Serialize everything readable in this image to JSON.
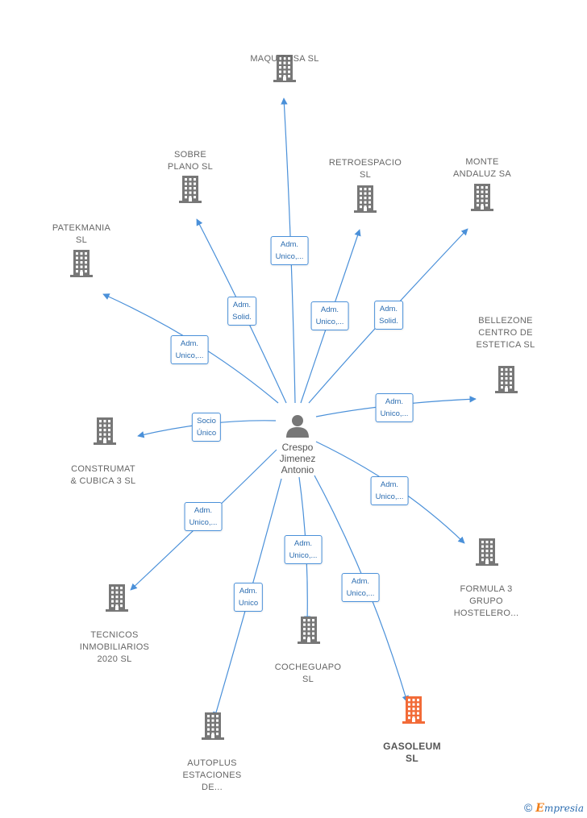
{
  "center": {
    "name": "Crespo\nJimenez\nAntonio"
  },
  "colors": {
    "edge": "#4a90d9",
    "building": "#777777",
    "highlight": "#f26b38",
    "badge_text": "#2b6cb0"
  },
  "nodes": [
    {
      "id": "maquitosa",
      "label": "MAQUITOSA SL",
      "highlight": false
    },
    {
      "id": "sobre-plano",
      "label": "SOBRE\nPLANO SL",
      "highlight": false
    },
    {
      "id": "retroespacio",
      "label": "RETROESPACIO\nSL",
      "highlight": false
    },
    {
      "id": "monte-andaluz",
      "label": "MONTE\nANDALUZ SA",
      "highlight": false
    },
    {
      "id": "patekmania",
      "label": "PATEKMANIA\nSL",
      "highlight": false
    },
    {
      "id": "bellezone",
      "label": "BELLEZONE\nCENTRO DE\nESTETICA  SL",
      "highlight": false
    },
    {
      "id": "construmat",
      "label": "CONSTRUMAT\n& CUBICA 3  SL",
      "highlight": false
    },
    {
      "id": "formula3",
      "label": "FORMULA 3\nGRUPO\nHOSTELERO...",
      "highlight": false
    },
    {
      "id": "tecnicos",
      "label": "TECNICOS\nINMOBILIARIOS\n2020  SL",
      "highlight": false
    },
    {
      "id": "cocheguapo",
      "label": "COCHEGUAPO\nSL",
      "highlight": false
    },
    {
      "id": "autoplus",
      "label": "AUTOPLUS\nESTACIONES\nDE...",
      "highlight": false
    },
    {
      "id": "gasoleum",
      "label": "GASOLEUM\nSL",
      "highlight": true
    }
  ],
  "edges": [
    {
      "to": "maquitosa",
      "label": "Adm.\nUnico,..."
    },
    {
      "to": "sobre-plano",
      "label": "Adm.\nSolid."
    },
    {
      "to": "retroespacio",
      "label": "Adm.\nUnico,..."
    },
    {
      "to": "monte-andaluz",
      "label": "Adm.\nSolid."
    },
    {
      "to": "patekmania",
      "label": "Adm.\nUnico,..."
    },
    {
      "to": "bellezone",
      "label": "Adm.\nUnico,..."
    },
    {
      "to": "construmat",
      "label": "Socio\nÚnico"
    },
    {
      "to": "formula3",
      "label": "Adm.\nUnico,..."
    },
    {
      "to": "tecnicos",
      "label": "Adm.\nUnico,..."
    },
    {
      "to": "cocheguapo",
      "label": "Adm.\nUnico,..."
    },
    {
      "to": "autoplus",
      "label": "Adm.\nUnico"
    },
    {
      "to": "gasoleum",
      "label": "Adm.\nUnico,..."
    }
  ],
  "footer": {
    "copyright": "©",
    "brand_first": "E",
    "brand_rest": "mpresia"
  }
}
